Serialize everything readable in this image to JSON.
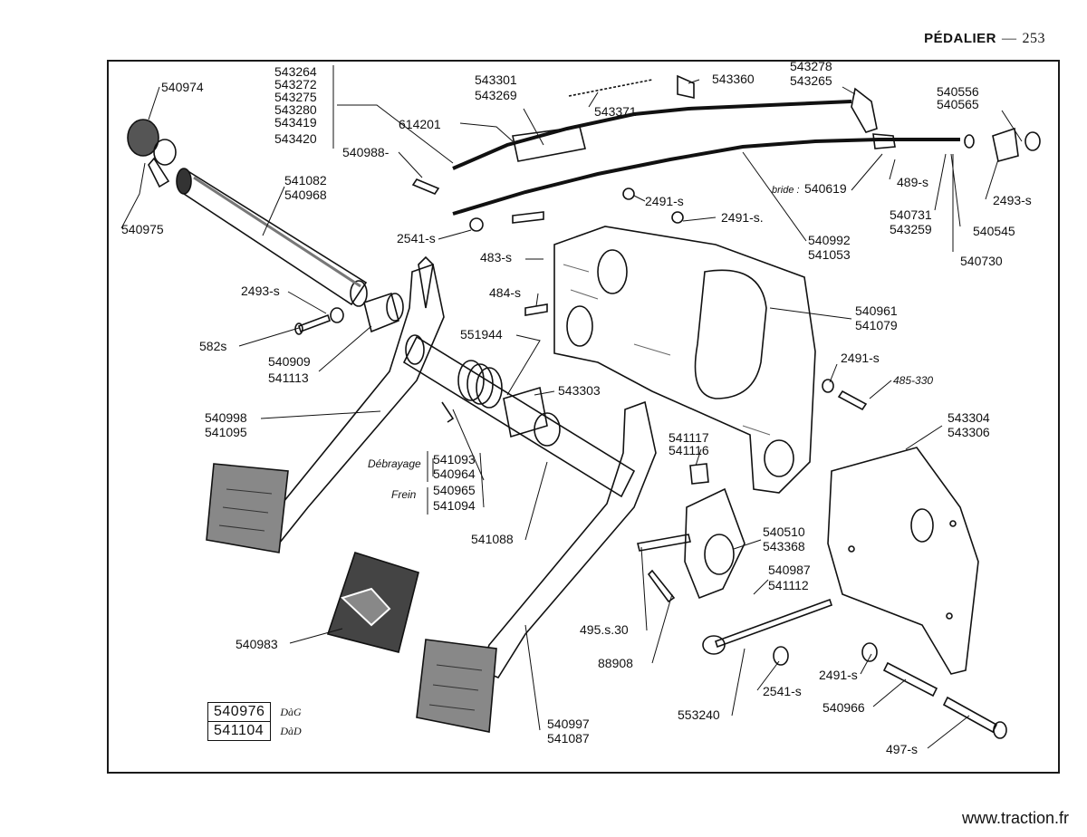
{
  "header": {
    "title": "PÉDALIER",
    "dash": "—",
    "page": "253"
  },
  "footer": {
    "url": "www.traction.fr"
  },
  "legend": [
    {
      "code": "540976",
      "side": "DàG"
    },
    {
      "code": "541104",
      "side": "DàD"
    }
  ],
  "labels": {
    "l540974": "540974",
    "l540975": "540975",
    "grp543264": [
      "543264",
      "543272",
      "543275",
      "543280",
      "543419",
      "543420"
    ],
    "l543301": "543301",
    "l543269": "543269",
    "l543360": "543360",
    "l543278": "543278",
    "l543265": "543265",
    "l540556": "540556",
    "l540565": "540565",
    "l543371": "543371",
    "l614201": "614201",
    "l540988": "540988-",
    "l541082": "541082",
    "l540968": "540968",
    "bride": "bride :",
    "l540619": "540619",
    "l489s": "489-s",
    "l2493s_r": "2493-s",
    "l2491s_a": "2491-s",
    "l2491s_b": "2491-s.",
    "l540731": "540731",
    "l543259": "543259",
    "l540545": "540545",
    "l540730": "540730",
    "l2541s_a": "2541-s",
    "l483s": "483-s",
    "l540992": "540992",
    "l541053": "541053",
    "l2493s_l": "2493-s",
    "l484s": "484-s",
    "l540961": "540961",
    "l541079": "541079",
    "l582s": "582s",
    "l551944": "551944",
    "l540909": "540909",
    "l541113": "541113",
    "l2491s_c": "2491-s",
    "l485_330": "485-330",
    "l543303": "543303",
    "l540998": "540998",
    "l541095": "541095",
    "l543304": "543304",
    "l543306": "543306",
    "l541117": "541117",
    "l541116": "541116",
    "debrayage": "Débrayage",
    "l541093": "541093",
    "l540964": "540964",
    "frein": "Frein",
    "l540965": "540965",
    "l541094": "541094",
    "l541088": "541088",
    "l540510": "540510",
    "l543368": "543368",
    "l540987": "540987",
    "l541112": "541112",
    "l540983": "540983",
    "l495s30": "495.s.30",
    "l88908": "88908",
    "l2491s_d": "2491-s",
    "l540966": "540966",
    "l553240": "553240",
    "l2541s_b": "2541-s",
    "l540997": "540997",
    "l541087": "541087",
    "l497s": "497-s"
  }
}
